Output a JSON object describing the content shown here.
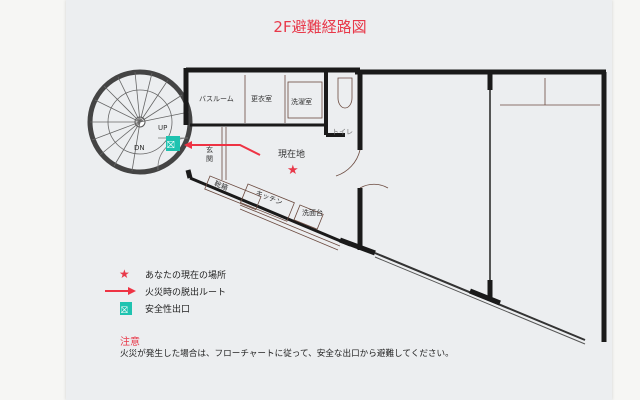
{
  "title": "2F避難経路図",
  "rooms": {
    "bathroom": "バスルーム",
    "dressing": "更衣室",
    "laundry": "洗濯室",
    "toilet": "トイレ",
    "entrance": "玄関",
    "shoebox": "靴箱",
    "kitchen": "キッチン",
    "washstand": "洗面台",
    "stairs_up": "UP",
    "stairs_down": "DN"
  },
  "current_location": "現在地",
  "legend": [
    {
      "icon": "star-icon",
      "label": "あなたの現在の場所"
    },
    {
      "icon": "arrow-right-icon",
      "label": "火災時の脱出ルート"
    },
    {
      "icon": "emergency-exit-icon",
      "label": "安全性出口"
    }
  ],
  "note": {
    "heading": "注意",
    "text": "火災が発生した場合は、フローチャートに従って、安全な出口から避難してください。"
  },
  "colors": {
    "accent": "#e8394a",
    "exit": "#1fc3b0",
    "route": "#ee3344"
  }
}
